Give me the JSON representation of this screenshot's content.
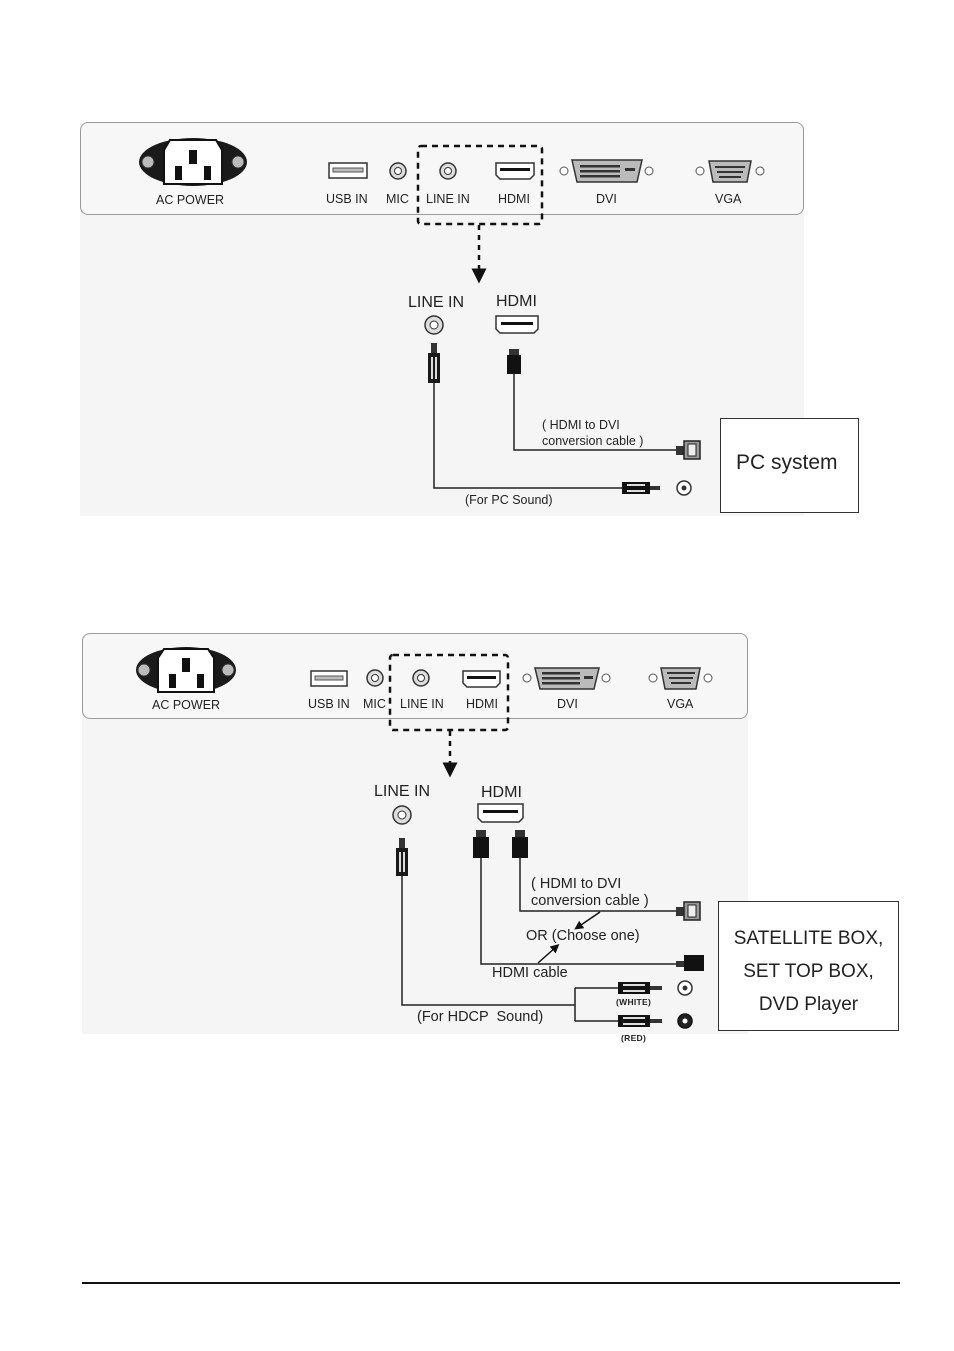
{
  "diagram1": {
    "panel_labels": {
      "ac_power": "AC POWER",
      "usb_in": "USB IN",
      "mic": "MIC",
      "line_in": "LINE IN",
      "hdmi": "HDMI",
      "dvi": "DVI",
      "vga": "VGA"
    },
    "detail": {
      "line_in": "LINE IN",
      "hdmi": "HDMI",
      "cable_note_line1": "( HDMI to DVI",
      "cable_note_line2": "conversion cable )",
      "sound_note": "(For PC Sound)"
    },
    "device_box": "PC system"
  },
  "diagram2": {
    "panel_labels": {
      "ac_power": "AC POWER",
      "usb_in": "USB IN",
      "mic": "MIC",
      "line_in": "LINE IN",
      "hdmi": "HDMI",
      "dvi": "DVI",
      "vga": "VGA"
    },
    "detail": {
      "line_in": "LINE IN",
      "hdmi": "HDMI",
      "cable_note_line1": "( HDMI to DVI",
      "cable_note_line2": "conversion cable )",
      "choose_note": "OR (Choose one)",
      "hdmi_cable": "HDMI cable",
      "white": "(WHITE)",
      "red": "(RED)",
      "sound_note": "(For HDCP  Sound)"
    },
    "device_box": {
      "line1": "SATELLITE BOX,",
      "line2": "SET TOP BOX,",
      "line3": "DVD Player"
    }
  }
}
